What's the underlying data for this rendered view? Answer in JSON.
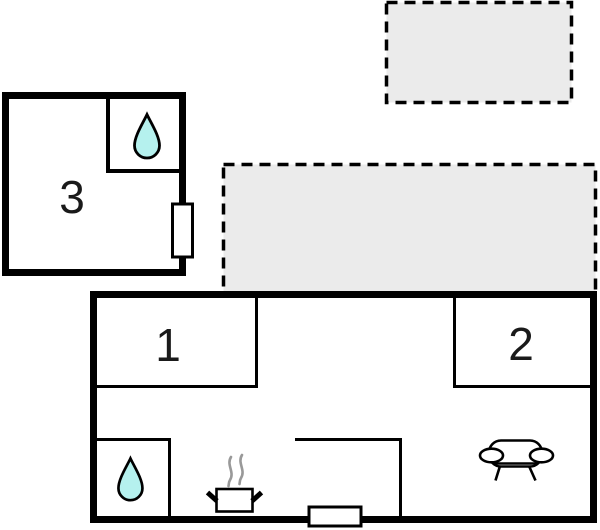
{
  "colors": {
    "wall": "#000000",
    "terrace": "#ebebeb",
    "drop": "#b5f1ee",
    "steam": "#999999",
    "bg": "#ffffff",
    "label": "#1a1a1a"
  },
  "rooms": [
    {
      "label": "1"
    },
    {
      "label": "2"
    },
    {
      "label": "3"
    }
  ],
  "icons": [
    {
      "name": "water-drop-icon"
    },
    {
      "name": "water-drop-icon"
    },
    {
      "name": "cooking-pot-icon"
    },
    {
      "name": "sofa-icon"
    }
  ]
}
